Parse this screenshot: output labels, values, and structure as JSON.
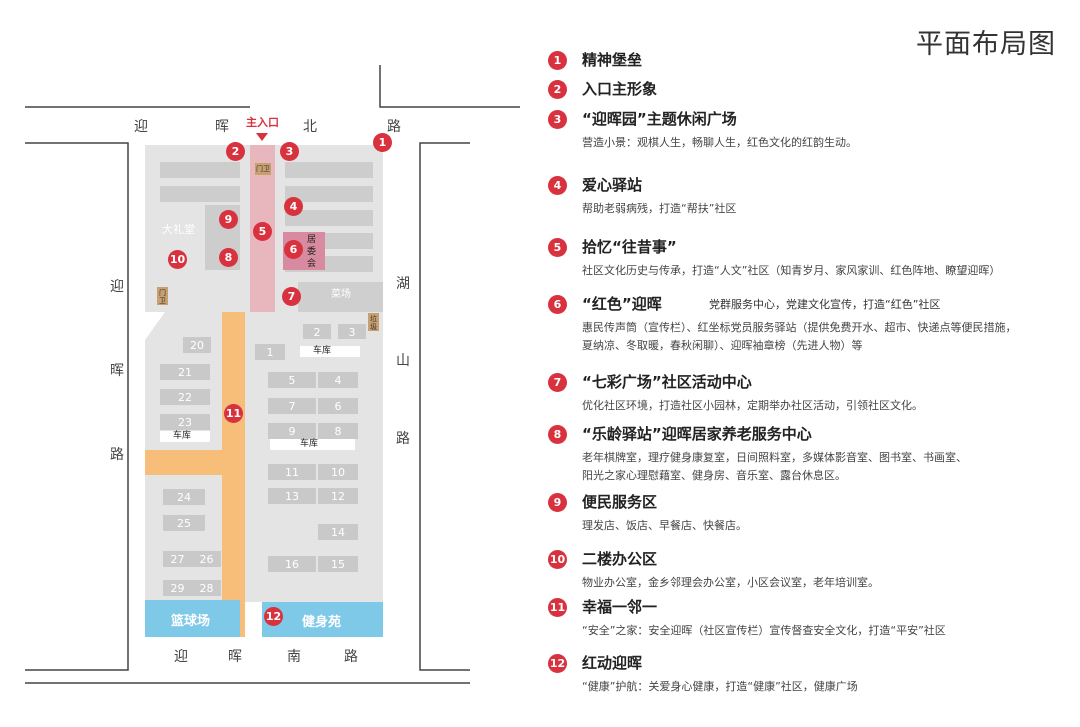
{
  "page_title": "平面布局图",
  "roads": {
    "north": [
      "迎",
      "晖",
      "北",
      "路"
    ],
    "south": [
      "迎",
      "晖",
      "南",
      "路"
    ],
    "west": [
      "迎",
      "晖",
      "路"
    ],
    "east": [
      "湖",
      "山",
      "路"
    ]
  },
  "main_entrance": "主入口",
  "map_labels": {
    "gate_top": "门卫",
    "gate_left": "门卫",
    "gate_right": "垃圾",
    "auditorium": "大礼堂",
    "committee": [
      "居",
      "委",
      "会"
    ],
    "market": "菜场",
    "garage": "车库",
    "basketball": "篮球场",
    "fitness": "健身苑"
  },
  "parking_spots": [
    "2",
    "3",
    "1",
    "20",
    "5",
    "4",
    "21",
    "7",
    "6",
    "22",
    "23",
    "9",
    "8",
    "11",
    "10",
    "13",
    "12",
    "24",
    "25",
    "14",
    "27",
    "26",
    "16",
    "15",
    "29",
    "28"
  ],
  "markers": [
    "1",
    "2",
    "3",
    "4",
    "5",
    "6",
    "7",
    "8",
    "9",
    "10",
    "11",
    "12"
  ],
  "legend": [
    {
      "num": "1",
      "title": "精神堡垒",
      "desc": []
    },
    {
      "num": "2",
      "title": "入口主形象",
      "desc": []
    },
    {
      "num": "3",
      "title": "“迎晖园”主题休闲广场",
      "desc": [
        "营造小景：观棋人生，畅聊人生，红色文化的红韵生动。"
      ]
    },
    {
      "num": "4",
      "title": "爱心驿站",
      "desc": [
        "帮助老弱病残，打造“帮扶”社区"
      ]
    },
    {
      "num": "5",
      "title": "拾忆“往昔事”",
      "desc": [
        "社区文化历史与传承，打造“人文”社区（知青岁月、家风家训、红色阵地、瞭望迎晖）"
      ]
    },
    {
      "num": "6",
      "title": "“红色”迎晖",
      "inline": "党群服务中心，党建文化宣传，打造“红色”社区",
      "desc": [
        "惠民传声筒（宣传栏）、红坐标党员服务驿站（提供免费开水、超市、快递点等便民措施，",
        "夏纳凉、冬取暖，春秋闲聊）、迎晖袖章榜（先进人物）等"
      ]
    },
    {
      "num": "7",
      "title": "“七彩广场”社区活动中心",
      "desc": [
        "优化社区环境，打造社区小园林，定期举办社区活动，引领社区文化。"
      ]
    },
    {
      "num": "8",
      "title": "“乐龄驿站”迎晖居家养老服务中心",
      "desc": [
        "老年棋牌室，理疗健身康复室，日间照料室，多媒体影音室、图书室、书画室、",
        "阳光之家心理慰藉室、健身房、音乐室、露台休息区。"
      ]
    },
    {
      "num": "9",
      "title": "便民服务区",
      "desc": [
        "理发店、饭店、早餐店、快餐店。"
      ]
    },
    {
      "num": "10",
      "title": "二楼办公区",
      "desc": [
        "物业办公室，金乡邻理会办公室，小区会议室，老年培训室。"
      ]
    },
    {
      "num": "11",
      "title": "幸福一邻一",
      "desc": [
        "“安全”之家：安全迎晖（社区宣传栏）宣传督查安全文化，打造“平安”社区"
      ]
    },
    {
      "num": "12",
      "title": "红动迎晖",
      "desc": [
        "“健康”护航：关爱身心健康，打造“健康”社区，健康广场"
      ]
    }
  ],
  "colors": {
    "accent": "#d8323e",
    "building": "#e4e4e4",
    "slot": "#c9c9c9",
    "corridor": "#f6be78",
    "water_blue": "#7ec8e8",
    "pink": "#e8b6bd"
  }
}
